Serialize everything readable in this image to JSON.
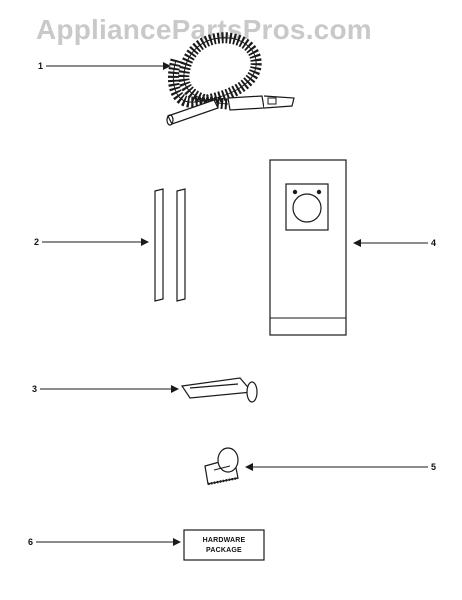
{
  "watermark": "AppliancePartsPros.com",
  "callouts": {
    "c1": "1",
    "c2": "2",
    "c3": "3",
    "c4": "4",
    "c5": "5",
    "c6": "6"
  },
  "hardware_box": {
    "line1": "HARDWARE",
    "line2": "PACKAGE"
  },
  "colors": {
    "line": "#1a1a1a",
    "watermark": "#c9c9c9",
    "background": "#ffffff"
  }
}
